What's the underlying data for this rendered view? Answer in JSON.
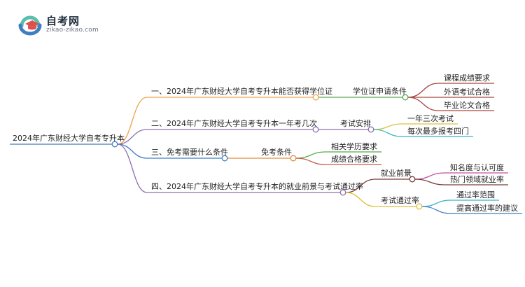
{
  "site": {
    "name": "自考网",
    "url": "zikao-zikao.com"
  },
  "root": {
    "label": "2024年广东财经大学自考专升本"
  },
  "branches": [
    {
      "label": "一、2024年广东财经大学自考专升本能否获得学位证",
      "color": "#f0a24a",
      "sub": [
        {
          "label": "学位证申请条件",
          "color": "#58a84c",
          "leaves": [
            {
              "label": "课程成绩要求",
              "color": "#a8463e"
            },
            {
              "label": "外语考试合格",
              "color": "#a8463e"
            },
            {
              "label": "毕业论文合格",
              "color": "#a8463e"
            }
          ]
        }
      ]
    },
    {
      "label": "二、2024年广东财经大学自考专升本一年考几次",
      "color": "#8d6fb0",
      "sub": [
        {
          "label": "考试安排",
          "color": "#8d6fb0",
          "leaves": [
            {
              "label": "一年三次考试",
              "color": "#d8c23a"
            },
            {
              "label": "每次最多报考四门",
              "color": "#3bb3c3"
            }
          ]
        }
      ]
    },
    {
      "label": "三、免考需要什么条件",
      "color": "#3f7fc1",
      "sub": [
        {
          "label": "免考条件",
          "color": "#e58a3a",
          "leaves": [
            {
              "label": "相关学历要求",
              "color": "#58a84c"
            },
            {
              "label": "成绩合格要求",
              "color": "#c85a4b"
            }
          ]
        }
      ]
    },
    {
      "label": "四、2024年广东财经大学自考专升本的就业前景与考试通过率",
      "color": "#8d6fb0",
      "sub": [
        {
          "label": "就业前景",
          "color": "#7a3a3a",
          "leaves": [
            {
              "label": "知名度与认可度",
              "color": "#c44fa6"
            },
            {
              "label": "热门领域就业率",
              "color": "#7a3a3a"
            }
          ]
        },
        {
          "label": "考试通过率",
          "color": "#d8c23a",
          "leaves": [
            {
              "label": "通过率范围",
              "color": "#3bb3c3"
            },
            {
              "label": "提高通过率的建议",
              "color": "#3f7fc1"
            }
          ]
        }
      ]
    }
  ],
  "colors": {
    "root_underline": "#3f7fc1",
    "logo_blue": "#3f7fc1",
    "logo_red": "#e0504a",
    "logo_teal": "#5bbfb0"
  }
}
